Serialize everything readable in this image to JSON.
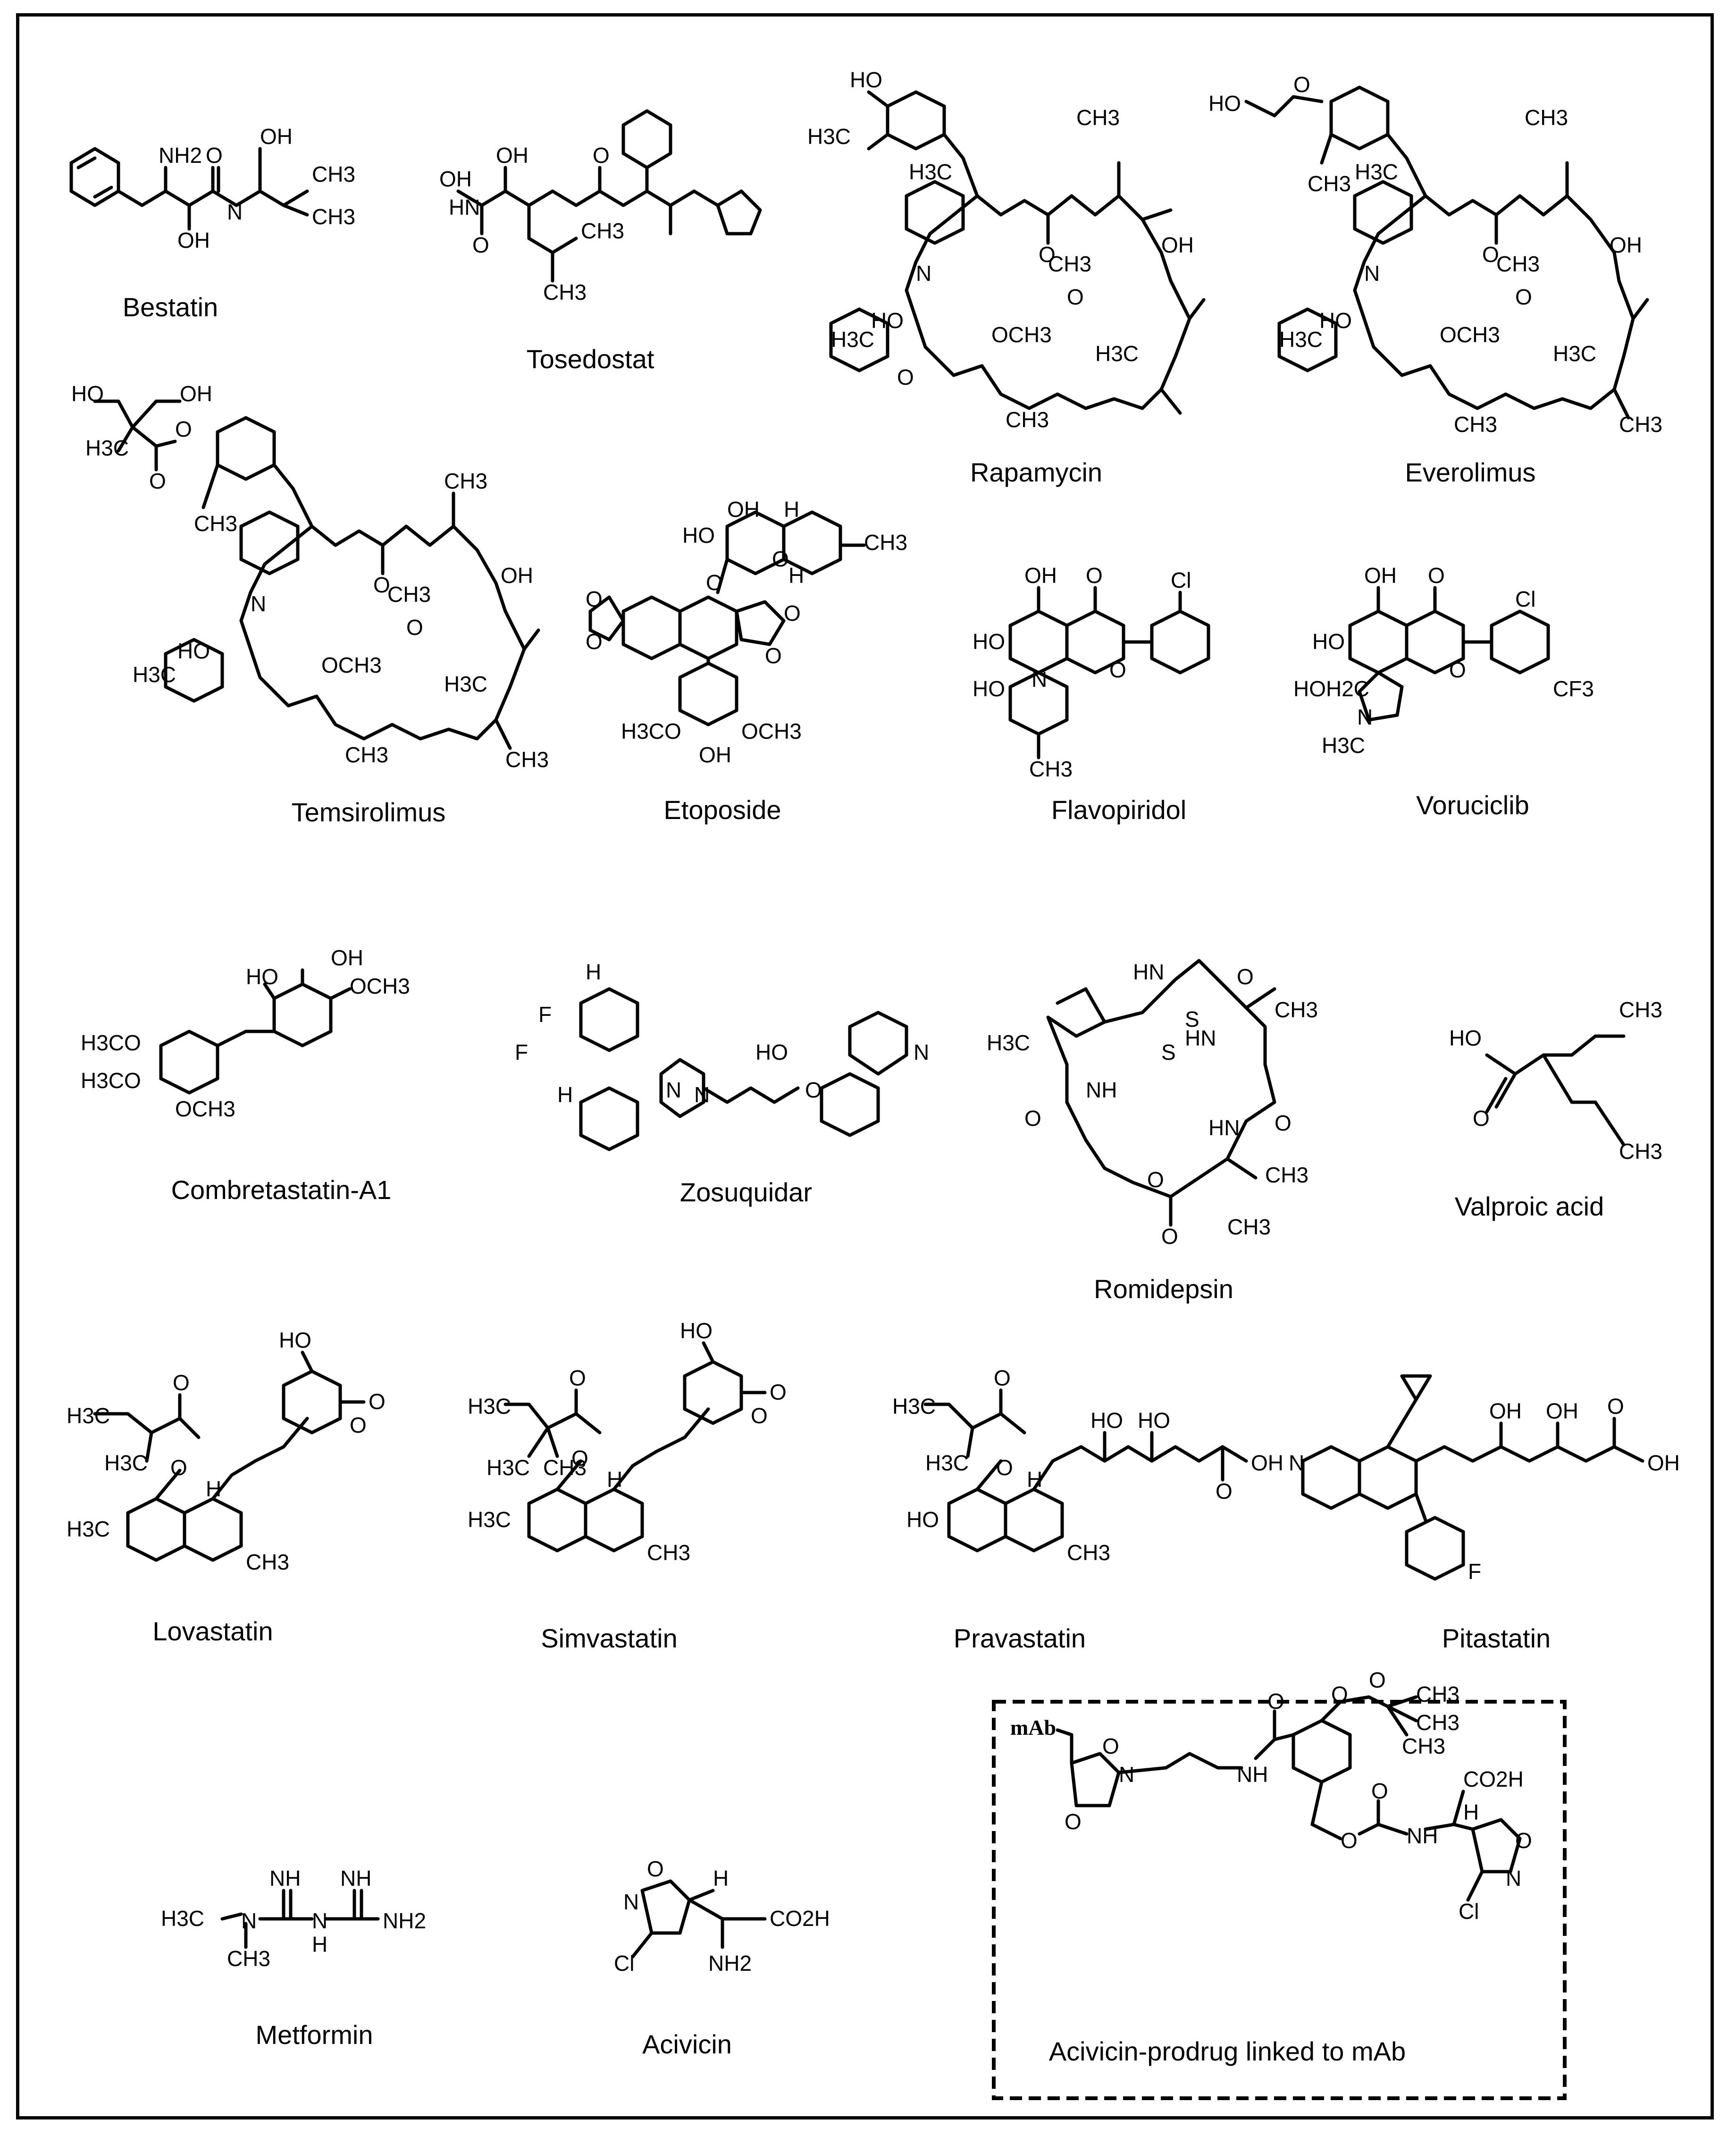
{
  "compounds": {
    "bestatin": "Bestatin",
    "tosedostat": "Tosedostat",
    "rapamycin": "Rapamycin",
    "everolimus": "Everolimus",
    "temsirolimus": "Temsirolimus",
    "etoposide": "Etoposide",
    "flavopiridol": "Flavopiridol",
    "voruciclib": "Voruciclib",
    "combretastatin": "Combretastatin-A1",
    "zosuquidar": "Zosuquidar",
    "romidepsin": "Romidepsin",
    "valproic": "Valproic acid",
    "lovastatin": "Lovastatin",
    "simvastatin": "Simvastatin",
    "pravastatin": "Pravastatin",
    "pitastatin": "Pitastatin",
    "metformin": "Metformin",
    "acivicin": "Acivicin",
    "acivicin_prodrug": "Acivicin-prodrug linked to mAb"
  },
  "atoms": {
    "nh2": "NH2",
    "oh": "OH",
    "o": "O",
    "n": "N",
    "h": "H",
    "hn": "HN",
    "nh": "NH",
    "ch3": "CH3",
    "h3c": "H3C",
    "och3": "OCH3",
    "h3co": "H3CO",
    "cl": "Cl",
    "f": "F",
    "cf3": "CF3",
    "ho": "HO",
    "hoh2c": "HOH2C",
    "co2h": "CO2H",
    "s": "S",
    "mab": "mAb"
  }
}
